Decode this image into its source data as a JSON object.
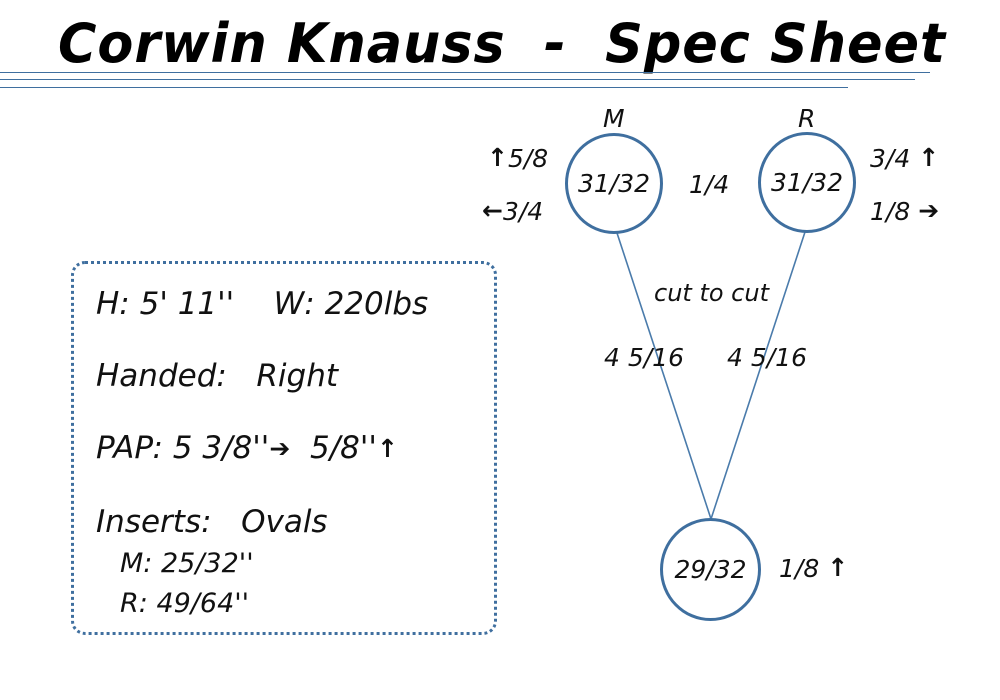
{
  "title": "Corwin Knauss  -  Spec Sheet",
  "rules": {
    "color": "#3f6f9f",
    "count": 3
  },
  "spec_panel": {
    "border_color": "#3f6f9f",
    "lines": {
      "height_weight": "H: 5' 11''    W: 220lbs",
      "handed": "Handed:   Right",
      "pap_label": "PAP: 5 3/8''",
      "pap_arrow_right": "➔",
      "pap_second": "5/8''",
      "pap_arrow_up": "↑",
      "inserts": "Inserts:   Ovals",
      "insert_middle": "M: 25/32''",
      "insert_ring": "R: 49/64''"
    }
  },
  "diagram": {
    "circle_color": "#3f6f9f",
    "line_color": "#4a7bab",
    "holes": [
      {
        "id": "middle",
        "caption": "M",
        "size": "31/32"
      },
      {
        "id": "ring",
        "caption": "R",
        "size": "31/32"
      },
      {
        "id": "thumb",
        "caption": "",
        "size": "29/32"
      }
    ],
    "dimensions": {
      "m_up": "5/8",
      "m_up_arrow": "↑",
      "m_left": "3/4",
      "m_left_arrow": "←",
      "gap_between": "1/4",
      "r_up": "3/4",
      "r_up_arrow": "↑",
      "r_right": "1/8",
      "r_right_arrow": "➔",
      "cut_to_cut": "cut to cut",
      "span_left": "4 5/16",
      "span_right": "4 5/16",
      "thumb_pitch": "1/8",
      "thumb_pitch_arrow": "↑"
    }
  }
}
